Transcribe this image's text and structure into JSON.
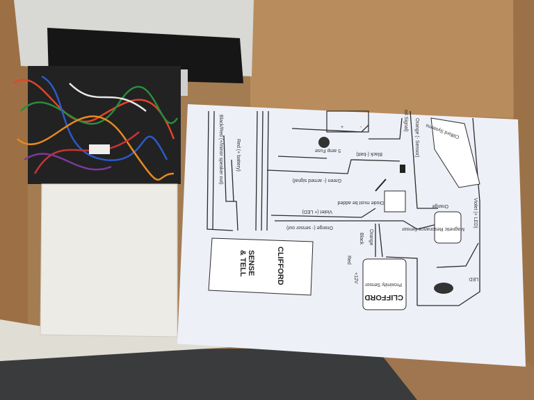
{
  "diagram": {
    "labels": {
      "speaker_out": "Black/Red (+/minor speaker out)",
      "battery": "Red (+ battery)",
      "fuse": "5 amp Fuse",
      "black_batt": "Black (-batt)",
      "armed_signal": "Green (- armed signal)",
      "diode": "Diode must be added",
      "violet_led": "Violet (+ LED)",
      "sensor_out": "Orange (- sensor out)",
      "signal": "ed Signal)",
      "orange_sensor": "Orange (- Sensor)",
      "orange": "Orange",
      "violet_led_right": "Violet (+ LED)",
      "magnetic_sensor": "Magnetic Resonance Sensor",
      "black": "Black",
      "orange_short": "Orange",
      "red": "Red",
      "plus12v": "+12V",
      "led": "LED",
      "battery_plus": "+",
      "battery_minus": "-"
    },
    "sense_tell": {
      "brand": "CLIFFORD",
      "name_line1": "SENSE",
      "name_line2": "& TELL"
    },
    "proximity": {
      "brand": "CLIFFORD",
      "name": "Proximity Sensor"
    },
    "remote_brand": "Clifford Systems"
  }
}
